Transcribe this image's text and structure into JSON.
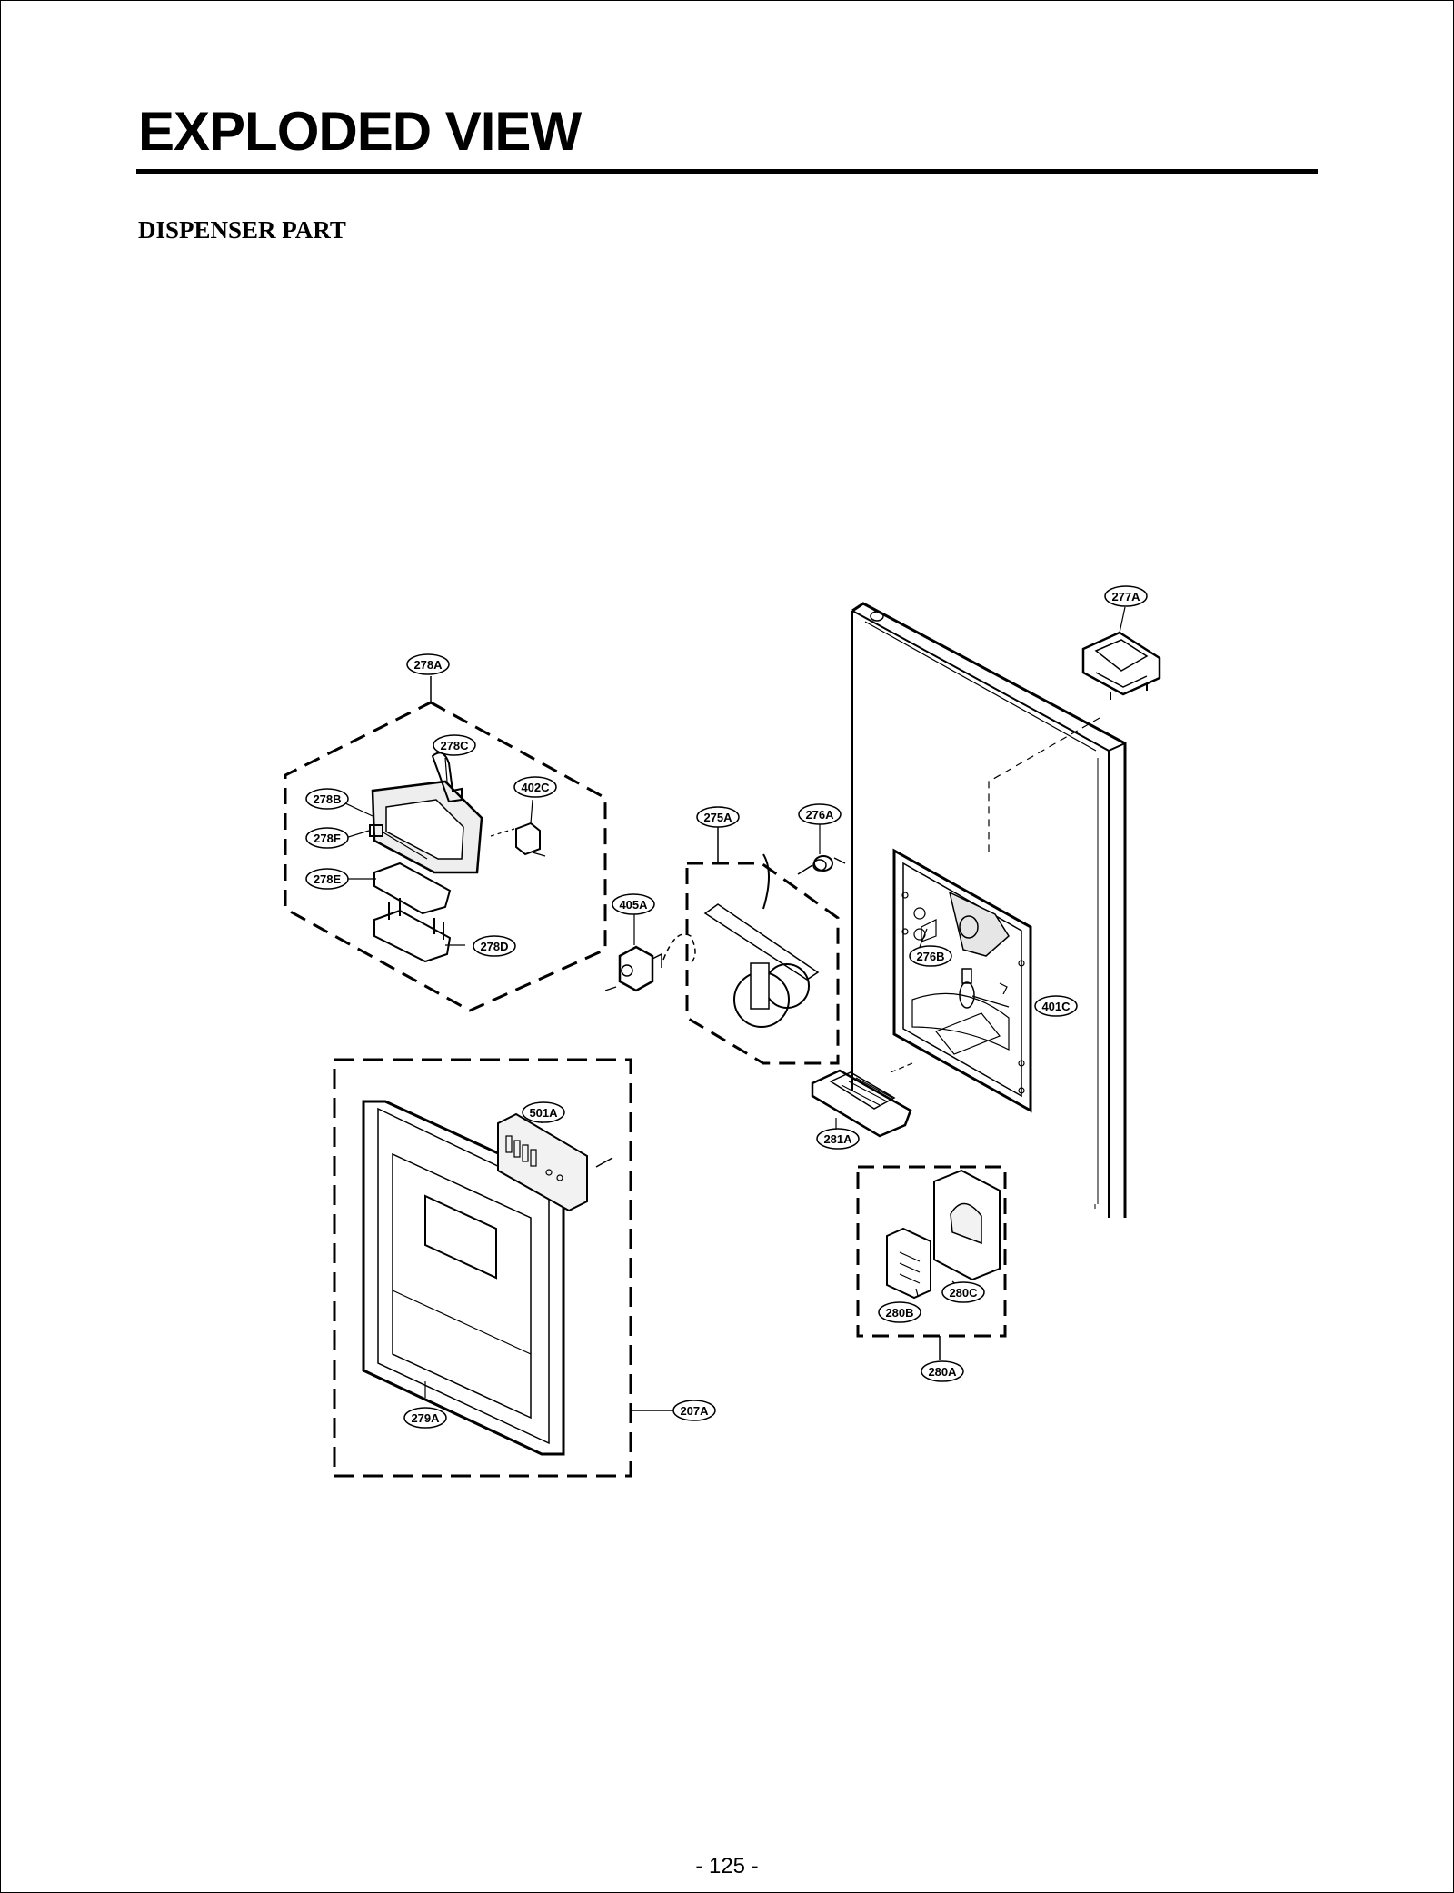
{
  "page": {
    "title": "EXPLODED VIEW",
    "section": "DISPENSER PART",
    "page_number": "- 125 -"
  },
  "callouts": {
    "c277A": "277A",
    "c278A": "278A",
    "c278C": "278C",
    "c402C": "402C",
    "c278B": "278B",
    "c278F": "278F",
    "c278E": "278E",
    "c278D": "278D",
    "c275A": "275A",
    "c276A": "276A",
    "c405A": "405A",
    "c276B": "276B",
    "c401C": "401C",
    "c281A": "281A",
    "c501A": "501A",
    "c280C": "280C",
    "c280B": "280B",
    "c280A": "280A",
    "c207A": "207A",
    "c279A": "279A"
  },
  "colors": {
    "ink": "#000000",
    "paper": "#ffffff",
    "shade": "#d9d9d9"
  }
}
